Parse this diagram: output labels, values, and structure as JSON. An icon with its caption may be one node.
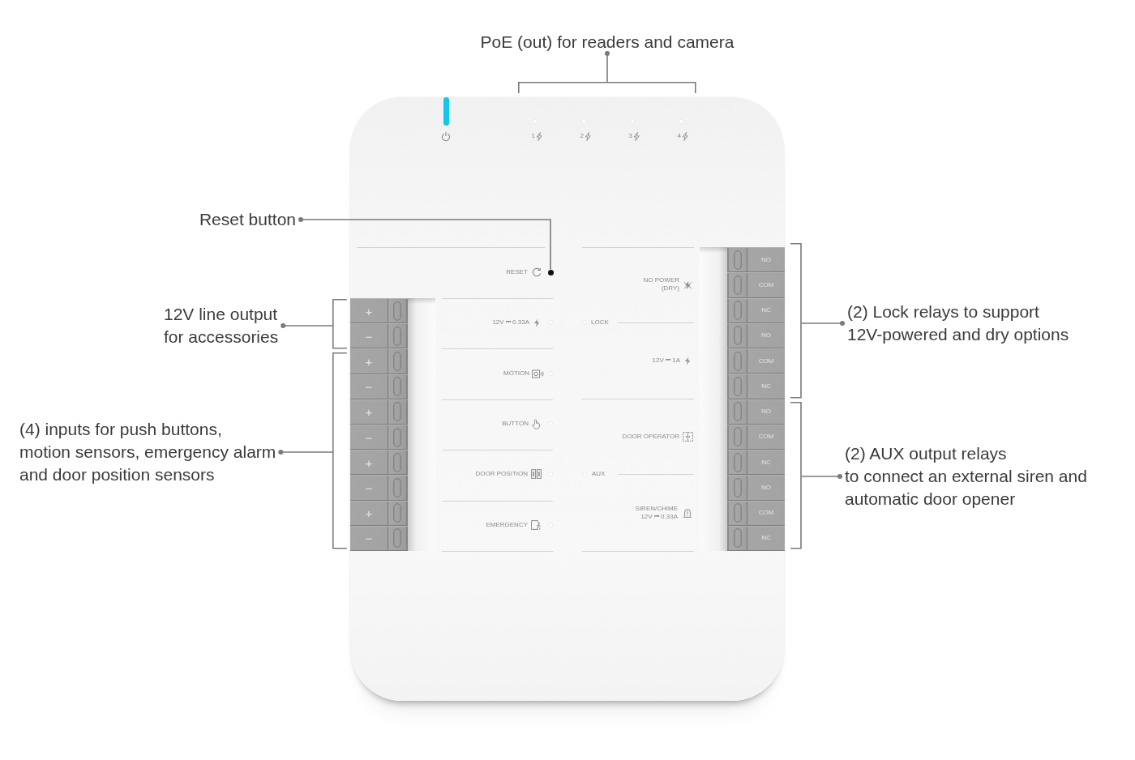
{
  "diagram": {
    "nodes": [
      {
        "text": [
          "PoE (out) for readers and camera"
        ]
      },
      {
        "text": [
          "Reset button"
        ]
      },
      {
        "text": [
          "12V line output for accessories"
        ]
      },
      {
        "text": [
          "(4) inputs for push buttons, motion sensors, emergency alarm and door position sensors"
        ]
      },
      {
        "text": [
          "(2) Lock relays to support 12V-powered and dry options"
        ]
      },
      {
        "text": [
          "(2) AUX output relays to connect an external siren and automatic door opener"
        ]
      },
      {
        "text": [],
        "shape": "box"
      },
      {
        "text": [],
        "shape": "circle",
        "in": 6
      },
      {
        "text": [
          "+"
        ],
        "in": 6
      },
      {
        "text": [
          "−"
        ],
        "in": 6
      },
      {
        "text": [
          "+"
        ],
        "in": 6
      },
      {
        "text": [
          "−"
        ],
        "in": 6
      },
      {
        "text": [
          "+"
        ],
        "in": 6
      },
      {
        "text": [
          "−"
        ],
        "in": 6
      },
      {
        "text": [
          "+"
        ],
        "in": 6
      },
      {
        "text": [
          "−"
        ],
        "in": 6
      },
      {
        "text": [
          "+"
        ],
        "in": 6
      },
      {
        "text": [
          "−"
        ],
        "in": 6
      },
      {
        "text": [
          "NO"
        ],
        "in": 6
      },
      {
        "text": [
          "COM"
        ],
        "in": 6
      },
      {
        "text": [
          "NC"
        ],
        "in": 6
      },
      {
        "text": [
          "NO"
        ],
        "in": 6
      },
      {
        "text": [
          "COM"
        ],
        "in": 6
      },
      {
        "text": [
          "NC"
        ],
        "in": 6
      },
      {
        "text": [
          "NO"
        ],
        "in": 6
      },
      {
        "text": [
          "COM"
        ],
        "in": 6
      },
      {
        "text": [
          "NC"
        ],
        "in": 6
      },
      {
        "text": [
          "NO"
        ],
        "in": 6
      },
      {
        "text": [
          "COM"
        ],
        "in": 6
      },
      {
        "text": [
          "NC"
        ],
        "in": 6
      },
      {
        "text": [],
        "shape": "bracket"
      },
      {
        "text": [],
        "shape": "bracket"
      },
      {
        "text": [],
        "shape": "bracket"
      },
      {
        "text": [],
        "shape": "bracket"
      },
      {
        "text": [],
        "shape": "bracket"
      }
    ],
    "edges": [
      {
        "from": 0,
        "to": 30,
        "arrow": "other"
      },
      {
        "from": 1,
        "to": 7,
        "arrow": "other"
      },
      {
        "from": 2,
        "to": 31,
        "arrow": "other"
      },
      {
        "from": 3,
        "to": 32,
        "arrow": "other"
      },
      {
        "from": 4,
        "to": 33,
        "arrow": "other"
      },
      {
        "from": 5,
        "to": 34,
        "arrow": "other"
      }
    ],
    "labels": [
      "1",
      "2",
      "3",
      "4",
      "RESET",
      "12V ⎓ 0.33A",
      "MOTION",
      "BUTTON",
      "DOOR POSITION",
      "EMERGENCY",
      "NO POWER (DRY)",
      "LOCK",
      "12V ⎓ 1A",
      "DOOR OPERATOR",
      "AUX",
      "SIREN/CHIME 12V ⎓ 0.33A"
    ]
  }
}
